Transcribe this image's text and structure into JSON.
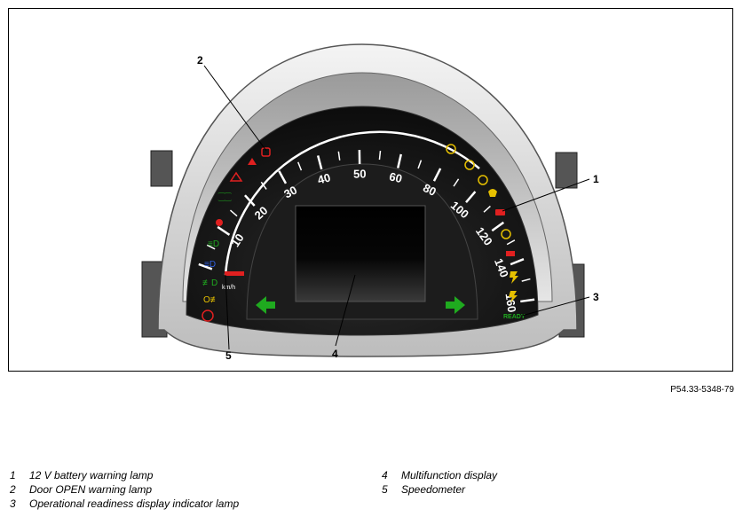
{
  "figure": {
    "callouts": [
      "1",
      "2",
      "3",
      "4",
      "5"
    ],
    "speedometer_ticks": [
      "10",
      "20",
      "30",
      "40",
      "50",
      "60",
      "80",
      "100",
      "120",
      "140",
      "160"
    ],
    "unit_label": "km/h",
    "ready_label": "READY",
    "code": "P54.33-5348-79"
  },
  "legend": {
    "left": [
      {
        "num": "1",
        "text": "12 V battery warning lamp"
      },
      {
        "num": "2",
        "text": "Door OPEN warning lamp"
      },
      {
        "num": "3",
        "text": "Operational readiness display indicator lamp"
      }
    ],
    "right": [
      {
        "num": "4",
        "text": "Multifunction display"
      },
      {
        "num": "5",
        "text": "Speedometer"
      }
    ]
  },
  "colors": {
    "warning_red": "#e02020",
    "indicator_green": "#1faa1f",
    "indicator_yellow": "#e6c000",
    "housing_grey": "#d8d8d8",
    "dial_black": "#141414"
  }
}
